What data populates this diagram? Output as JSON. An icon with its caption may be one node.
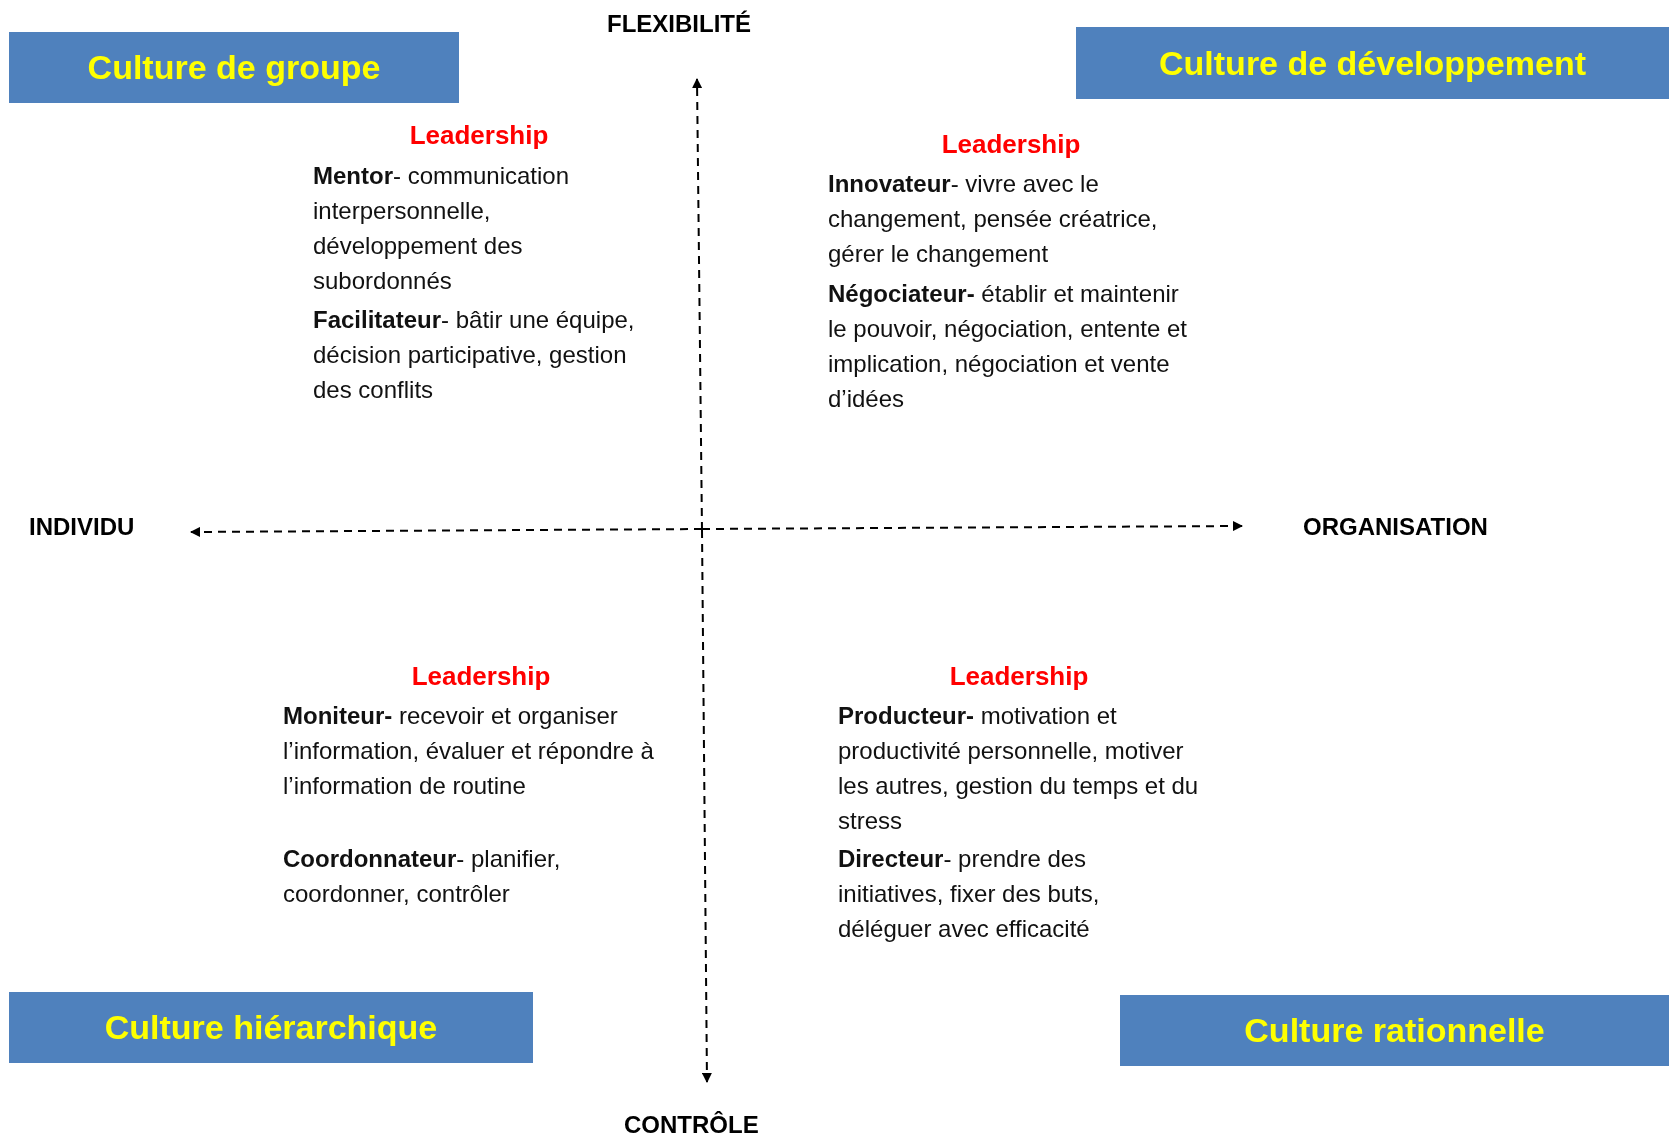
{
  "diagram": {
    "nodes": [
      {
        "text": [
          "Culture de groupe"
        ]
      },
      {
        "text": [
          "Culture de développement"
        ]
      },
      {
        "text": [
          "Culture hiérarchique"
        ]
      },
      {
        "text": [
          "Culture rationnelle"
        ]
      }
    ],
    "labels": [
      "FLEXIBILITÉ",
      "Leadership",
      "**Mentor**- communication interpersonnelle, développement des subordonnés",
      "**Facilitateur**- bâtir une équipe, décision participative, gestion des conflits",
      "Leadership",
      "**Innovateur**- vivre avec le changement, pensée créatrice, gérer le changement",
      "**Négociateur-** établir et maintenir le pouvoir, négociation, entente et implication, négociation et vente d’idées",
      "INDIVIDU",
      "ORGANISATION",
      "Leadership",
      "**Moniteur-** recevoir et organiser l’information, évaluer  et répondre à l’information de routine",
      "**Coordonnateur**- planifier, coordonner, contrôler",
      "Leadership",
      "**Producteur-** motivation et productivité personnelle, motiver les autres, gestion du temps et du stress",
      "**Directeur**- prendre des initiatives, fixer des buts, déléguer avec efficacité",
      "CONTRÔLE"
    ]
  }
}
